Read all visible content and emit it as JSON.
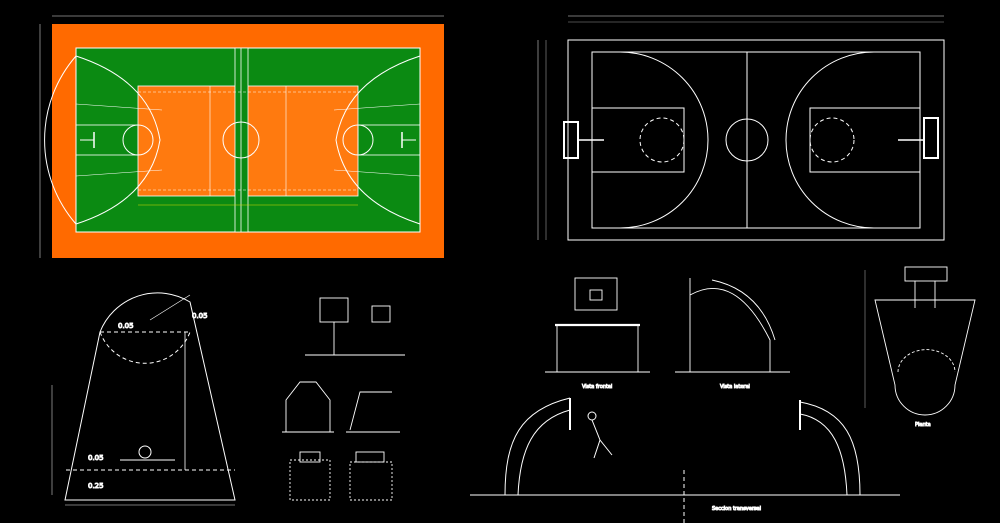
{
  "colors": {
    "background": "#000000",
    "line": "#ffffff",
    "court_outer": "#ff6a00",
    "court_green": "#0b8a12",
    "court_inner": "#ff7a0f",
    "dim_yellow": "#d9d900",
    "dim_grey": "#9a9a9a"
  },
  "drawings": {
    "colored_court_plan": {
      "label": ""
    },
    "court_plan_outline": {
      "label": ""
    },
    "key_detail": {
      "dim_a": "0.05",
      "dim_b": "0.05",
      "dim_c": "0.05",
      "dim_d": "0.25"
    },
    "hoop_details": {
      "label": ""
    },
    "backboard_views": {
      "label_front": "Vista frontal",
      "label_side": "Vista lateral"
    },
    "key_plan_small": {
      "label": "Planta"
    },
    "section_view": {
      "label": "Seccion transversal"
    }
  }
}
